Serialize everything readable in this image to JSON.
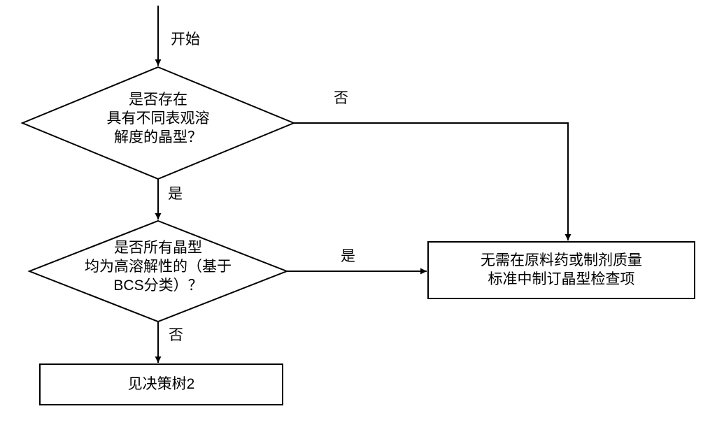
{
  "flowchart": {
    "start_label": "开始",
    "decision1": {
      "lines": [
        "是否存在",
        "具有不同表观溶",
        "解度的晶型？"
      ],
      "no_label": "否",
      "yes_label": "是"
    },
    "decision2": {
      "lines": [
        "是否所有晶型",
        "均为高溶解性的（基于",
        "BCS分类）？"
      ],
      "yes_label": "是",
      "no_label": "否"
    },
    "no_test_box": {
      "lines": [
        "无需在原料药或制剂质量",
        "标准中制订晶型检查项"
      ]
    },
    "next_tree_box": {
      "label": "见决策树2"
    },
    "colors": {
      "line": "#000000",
      "fill": "#ffffff",
      "text": "#000000"
    }
  }
}
